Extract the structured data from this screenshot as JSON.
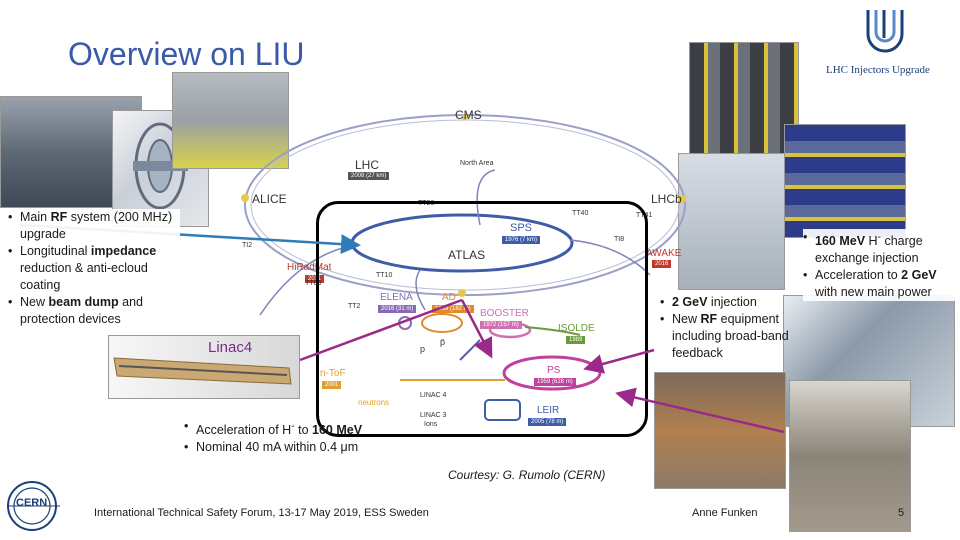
{
  "slide": {
    "title": "Overview on LIU",
    "logo_text": "LHC Injectors Upgrade",
    "page_number": "5"
  },
  "map": {
    "labels": {
      "cms": "CMS",
      "lhc": "LHC",
      "lhc_year": "2008 (27 km)",
      "north_area": "North Area",
      "alice": "ALICE",
      "lhcb": "LHCb",
      "atlas": "ATLAS",
      "sps": "SPS",
      "sps_year": "1976 (7 km)",
      "awake": "AWAKE",
      "awake_year": "2016",
      "hiradmat": "HiRadMat",
      "hiradmat_year": "2011",
      "elena": "ELENA",
      "elena_year": "2016 (31 m)",
      "ad": "AD",
      "ad_year": "1999 (182 m)",
      "booster": "BOOSTER",
      "booster_year": "1972 (157 m)",
      "isolde": "ISOLDE",
      "isolde_year": "1989",
      "ps": "PS",
      "ps_year": "1959 (628 m)",
      "leir": "LEIR",
      "leir_year": "2005 (78 m)",
      "ntof": "n-ToF",
      "ntof_year": "2001",
      "linac4_map": "LINAC 4",
      "linac3": "LINAC 3",
      "linac3_ions": "Ions",
      "tt2": "TT2",
      "tt10": "TT10",
      "tt40": "TT40",
      "tt41": "TT41",
      "tt60": "TT60",
      "tt20": "TT20",
      "ti2": "TI2",
      "ti8": "TI8",
      "neutrons": "neutrons",
      "p": "p",
      "pbar": "p̄"
    }
  },
  "linac4_label": "Linac4",
  "bullets_left": [
    {
      "pre": "Main ",
      "bold": "RF",
      "post": " system (200 MHz) upgrade"
    },
    {
      "pre": "Longitudinal ",
      "bold": "impedance",
      "post": " reduction & anti-ecloud coating"
    },
    {
      "pre": "New ",
      "bold": "beam dump",
      "post": " and protection devices"
    }
  ],
  "bullets_linac4": [
    {
      "pre": "Acceleration of H",
      "sup": "-",
      "pre2": " to ",
      "bold": "160 MeV",
      "post": ""
    },
    {
      "pre": "Nominal 40 mA within 0.4 ",
      "mu": "μm",
      "post": ""
    }
  ],
  "bullets_ps": [
    {
      "pre": "",
      "bold": "2 GeV",
      "post": " injection"
    },
    {
      "pre": "New ",
      "bold": "RF",
      "post": " equipment including broad-band feedback"
    }
  ],
  "bullets_right": [
    {
      "pre": "",
      "bold": "160 MeV",
      "post": " H",
      "sup": "-",
      "post2": " charge exchange  injection"
    },
    {
      "pre": "Acceleration to ",
      "bold": "2 GeV",
      "post": " with new main power"
    }
  ],
  "courtesy": "Courtesy: G. Rumolo (CERN)",
  "footer": {
    "event": "International Technical Safety Forum, 13-17 May 2019, ESS Sweden",
    "author": "Anne Funken",
    "cern": "CERN"
  },
  "colors": {
    "title": "#3a5aa8",
    "ring_blue": "#7d86b8",
    "lhc_gray": "#b0b0b0",
    "sps_blue": "#3f5ca8",
    "ps_pink": "#c040a0",
    "booster_pink": "#d070b0",
    "elena_purple": "#8a6ab8",
    "ad_orange": "#e08a30",
    "isolde_green": "#6a9a3a",
    "ntof_orange": "#e0a030",
    "awake_red": "#c0392b",
    "arrow_cyan": "#2e7cb8",
    "arrow_magenta": "#9a2a8a"
  }
}
